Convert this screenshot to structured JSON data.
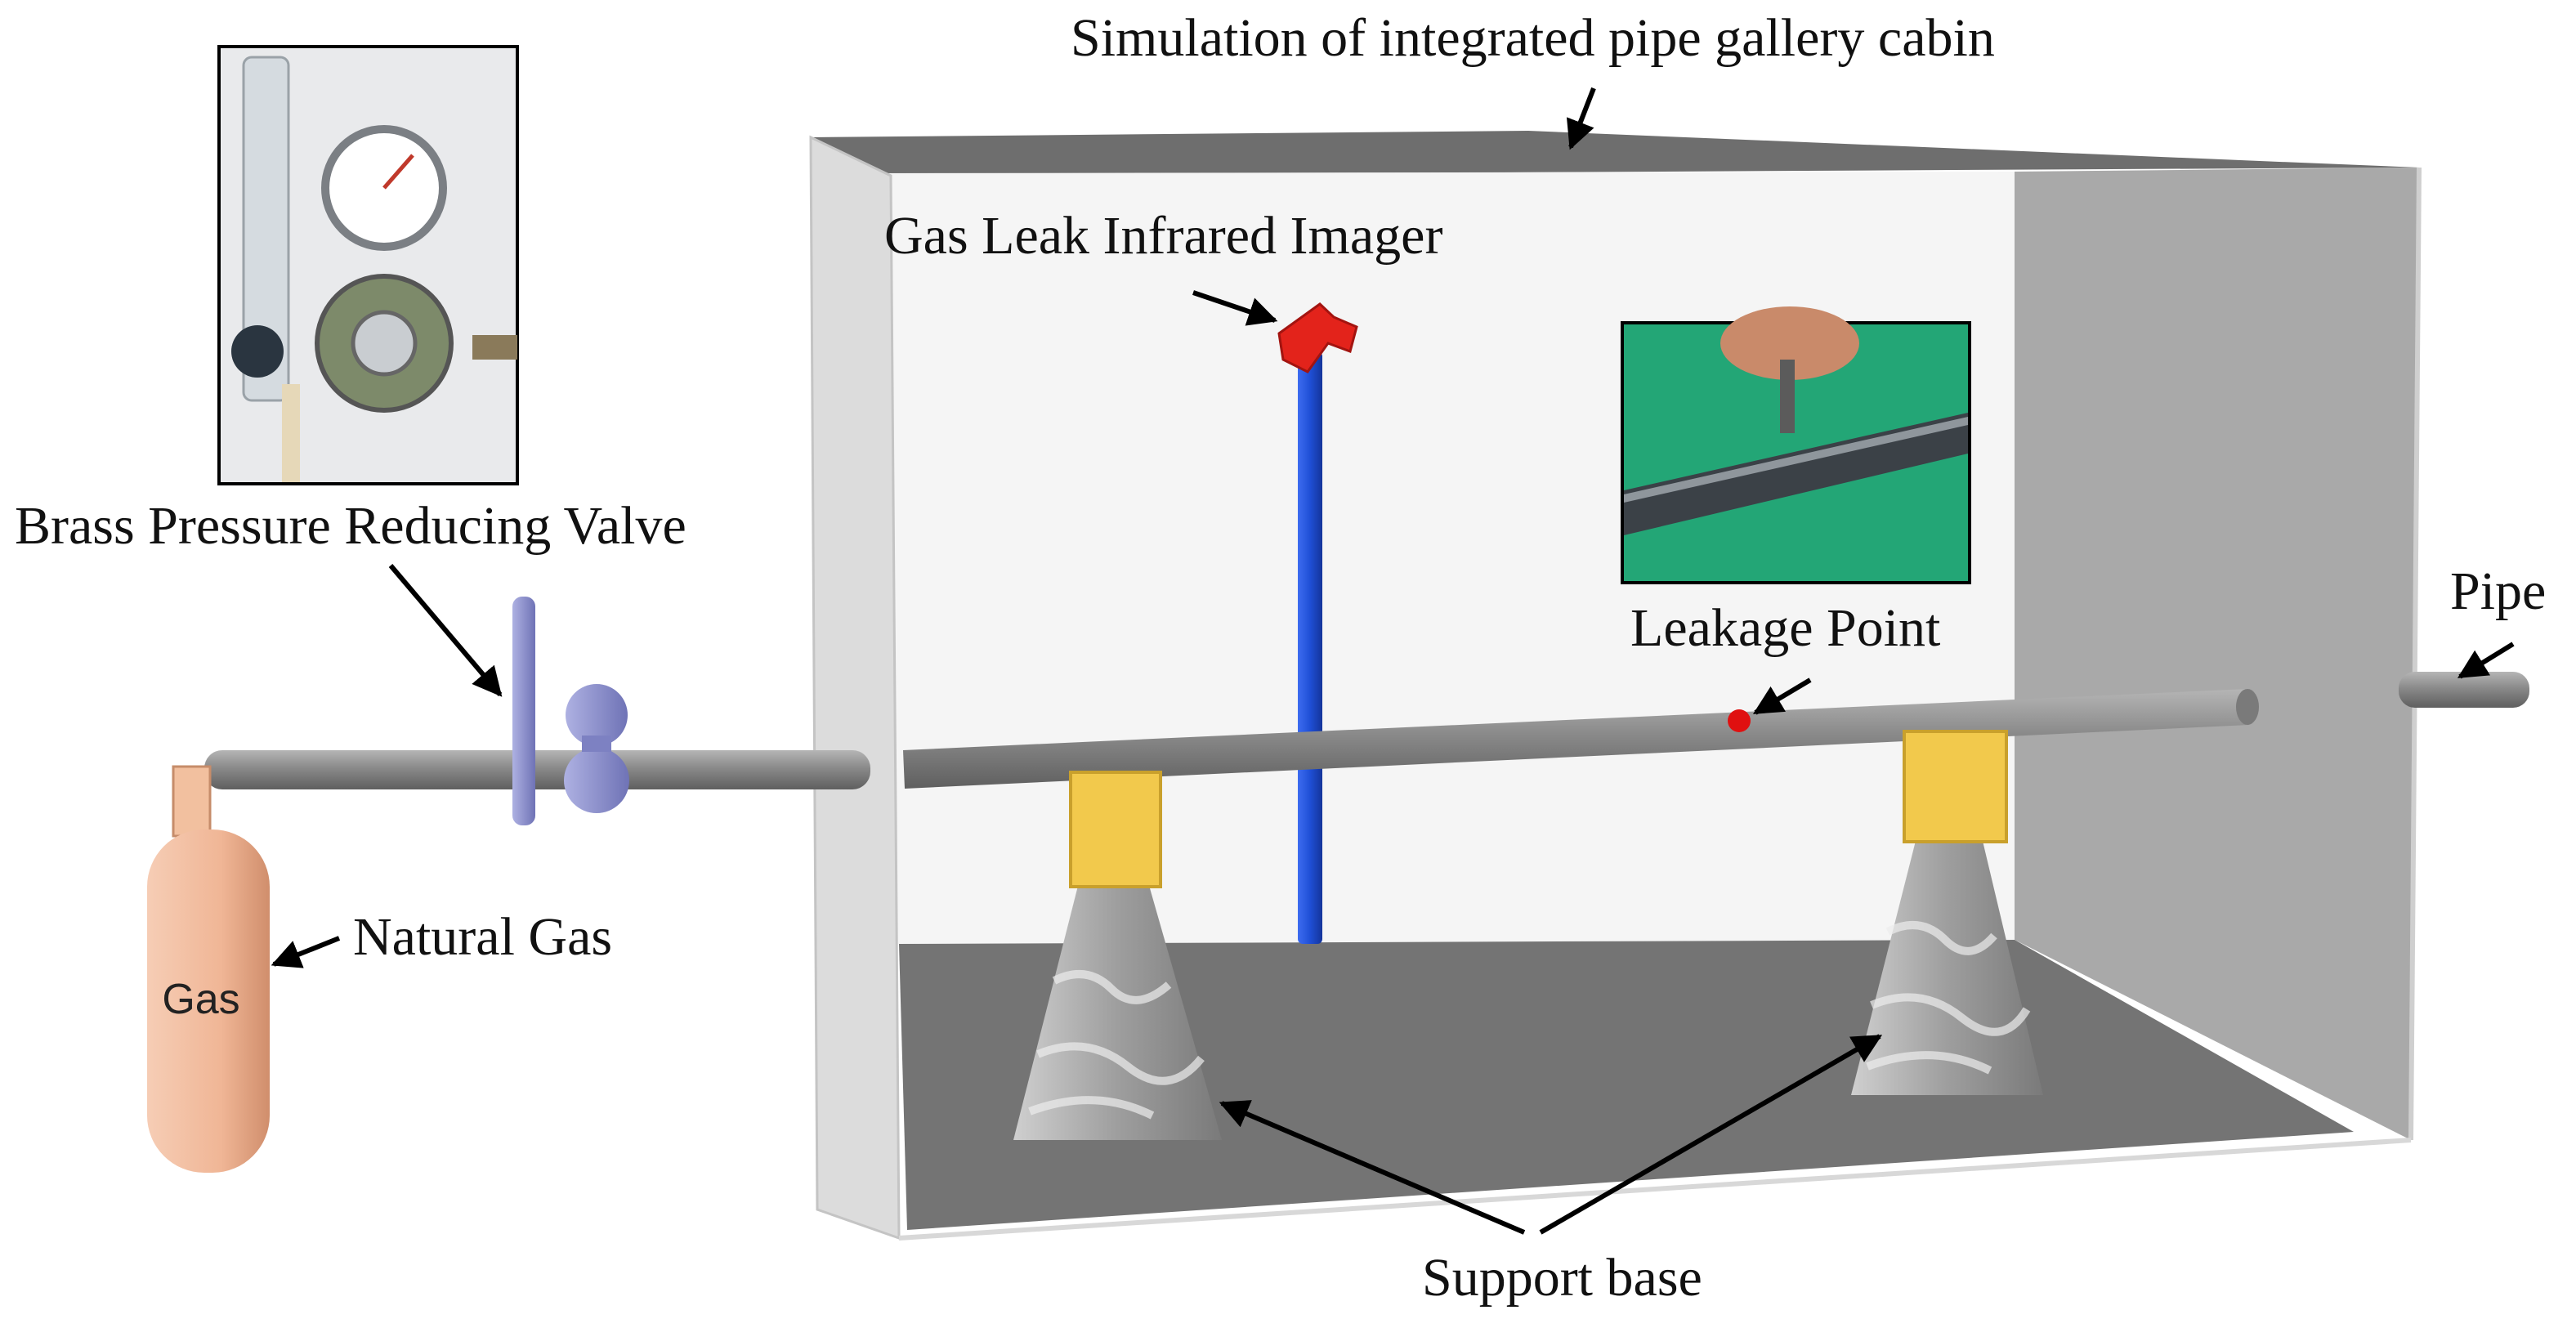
{
  "labels": {
    "cabin": "Simulation of integrated pipe gallery cabin",
    "imager": "Gas Leak Infrared Imager",
    "valve": "Brass Pressure Reducing Valve",
    "leak": "Leakage Point",
    "pipe": "Pipe",
    "natural_gas": "Natural Gas",
    "cylinder": "Gas",
    "support": "Support base"
  },
  "colors": {
    "cabin_wall": "#f4f4f4",
    "cabin_top": "#6e6e6e",
    "cabin_right": "#a9a9a9",
    "cabin_floor": "#737373",
    "pipe": "#8c8c8c",
    "imager_pole": "#1f4fd6",
    "imager_head": "#e3231b",
    "support_block": "#f2c94c",
    "cylinder": "#f2b89a",
    "valve": "#8f93cf",
    "leak_point": "#e01010",
    "photo_board": "#1d9a6c"
  },
  "icons": {
    "valve_photo": "pressure-regulator-photo",
    "leak_photo": "drilling-pipe-photo"
  }
}
